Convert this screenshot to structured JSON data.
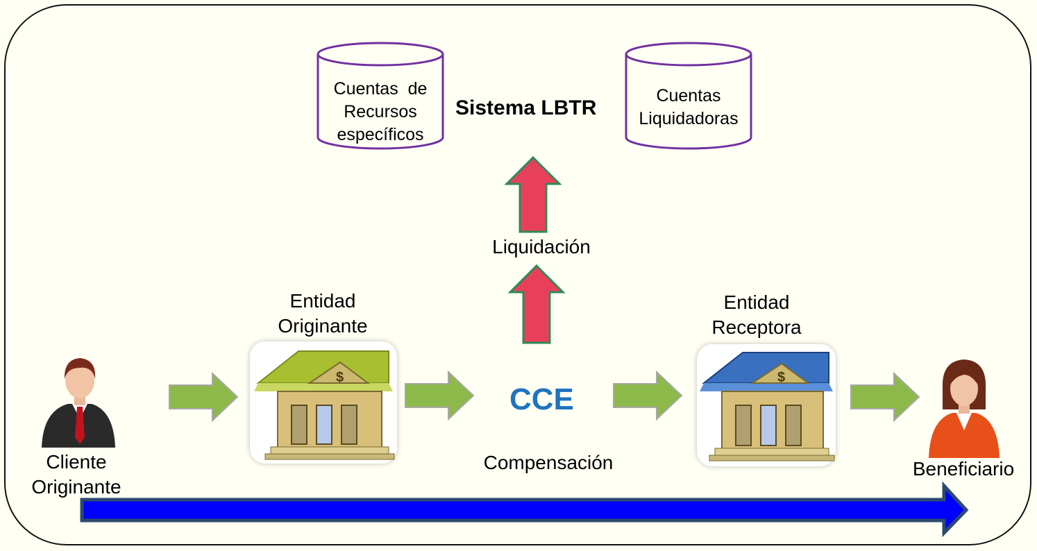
{
  "db_left": {
    "lines": [
      "Cuentas  de",
      "Recursos",
      "específicos"
    ]
  },
  "db_right": {
    "lines": [
      "Cuentas",
      "Liquidadoras"
    ]
  },
  "system_title": "Sistema LBTR",
  "settlement_label": "Liquidación",
  "clearing_house": "CCE",
  "clearing_label": "Compensación",
  "originating_entity": {
    "line1": "Entidad",
    "line2": "Originante"
  },
  "receiving_entity": {
    "line1": "Entidad",
    "line2": "Receptora"
  },
  "client": {
    "line1": "Cliente",
    "line2": "Originante"
  },
  "beneficiary": "Beneficiario",
  "colors": {
    "cylinder": "#7030a0",
    "up_arrow": "#e8405a",
    "up_arrow_border": "#2e8b57",
    "flow_arrow": "#8db94a",
    "long_arrow": "#0000ff",
    "cce": "#1f73c0"
  }
}
